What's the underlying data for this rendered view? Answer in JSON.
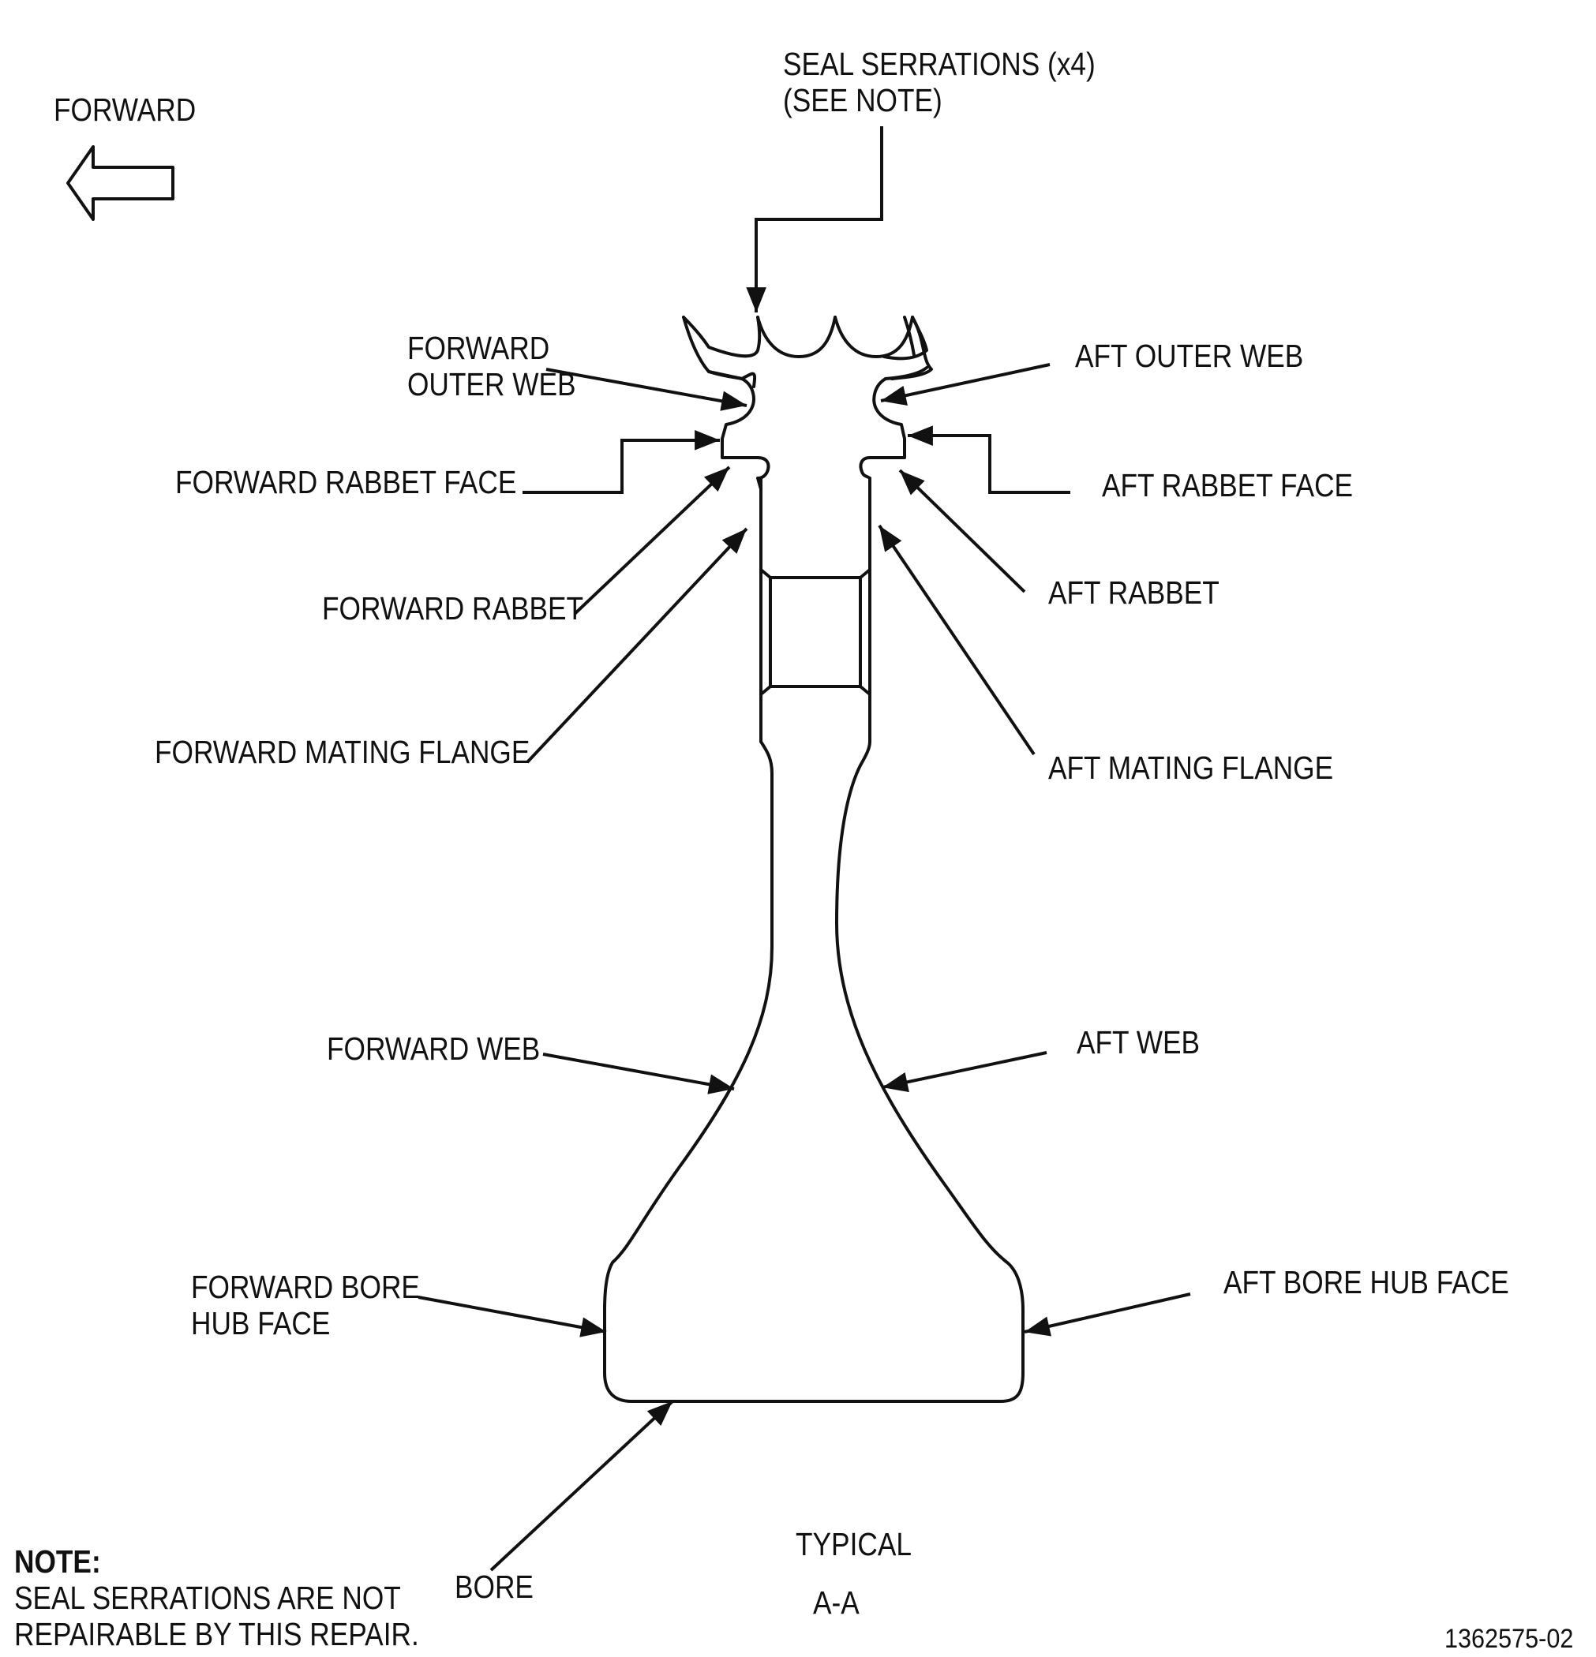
{
  "labels": {
    "forward": "FORWARD",
    "seal_serrations_1": "SEAL SERRATIONS (x4)",
    "seal_serrations_2": "(SEE NOTE)",
    "forward_outer_web_1": "FORWARD",
    "forward_outer_web_2": "OUTER WEB",
    "aft_outer_web": "AFT OUTER WEB",
    "forward_rabbet_face": "FORWARD RABBET FACE",
    "aft_rabbet_face": "AFT RABBET FACE",
    "forward_rabbet": "FORWARD RABBET",
    "aft_rabbet": "AFT RABBET",
    "forward_mating_flange": "FORWARD MATING FLANGE",
    "aft_mating_flange": "AFT MATING FLANGE",
    "forward_web": "FORWARD WEB",
    "aft_web": "AFT WEB",
    "forward_bore_hub_face_1": "FORWARD BORE",
    "forward_bore_hub_face_2": "HUB FACE",
    "aft_bore_hub_face": "AFT BORE HUB FACE",
    "bore": "BORE",
    "typical": "TYPICAL",
    "section": "A-A"
  },
  "note": {
    "heading": "NOTE:",
    "line1": "SEAL SERRATIONS ARE NOT",
    "line2": "REPAIRABLE BY THIS REPAIR."
  },
  "figure_id": "1362575-02"
}
